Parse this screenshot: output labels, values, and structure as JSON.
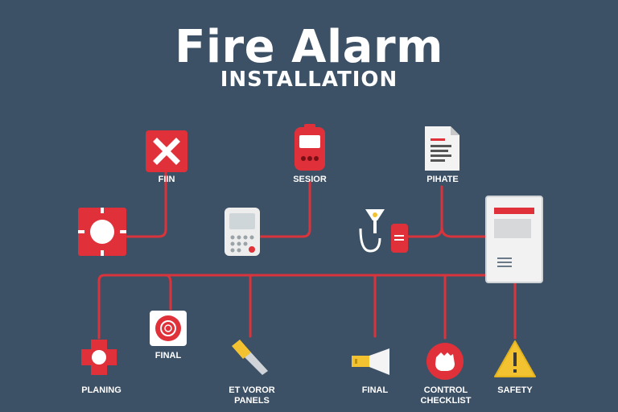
{
  "header": {
    "title": "Fire Alarm",
    "subtitle": "INSTALLATION"
  },
  "colors": {
    "background": "#3d5166",
    "accent_red": "#e0313a",
    "connector": "#d9343c",
    "warning_yellow": "#f2c230",
    "white": "#ffffff"
  },
  "nodes": [
    {
      "id": "fire-x",
      "icon": "x-mark-icon",
      "label": "FIIN"
    },
    {
      "id": "sensor",
      "icon": "sensor-device-icon",
      "label": "SESIOR"
    },
    {
      "id": "plate",
      "icon": "document-icon",
      "label": "PIHATE"
    },
    {
      "id": "alarm-bell",
      "icon": "alarm-bell-icon",
      "label": ""
    },
    {
      "id": "keypad",
      "icon": "keypad-panel-icon",
      "label": ""
    },
    {
      "id": "probe",
      "icon": "probe-device-icon",
      "label": ""
    },
    {
      "id": "control-panel",
      "icon": "control-panel-icon",
      "label": ""
    },
    {
      "id": "final-1",
      "icon": "alarm-dial-icon",
      "label": "FINAL"
    },
    {
      "id": "planning",
      "icon": "medical-cross-icon",
      "label": "PLANING"
    },
    {
      "id": "panels",
      "icon": "screwdriver-icon",
      "label": "ET VOROR\nPANELS"
    },
    {
      "id": "final-2",
      "icon": "horn-speaker-icon",
      "label": "FINAL"
    },
    {
      "id": "checklist",
      "icon": "hand-stop-icon",
      "label": "CONTROL\nCHECKLIST"
    },
    {
      "id": "safety",
      "icon": "warning-triangle-icon",
      "label": "SAFETY"
    }
  ]
}
